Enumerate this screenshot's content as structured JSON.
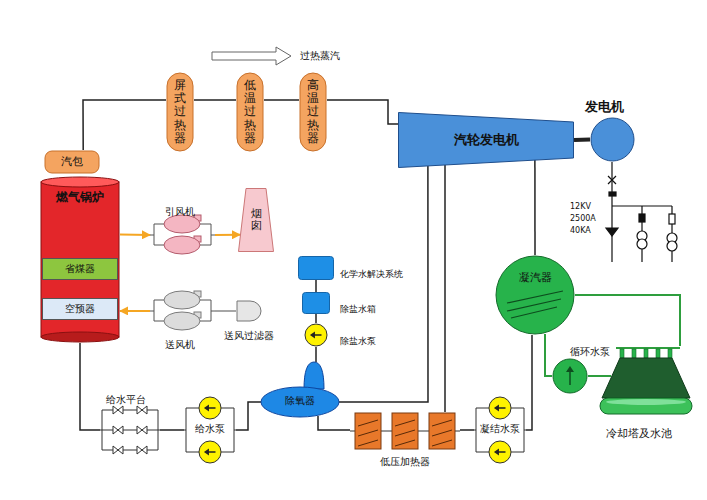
{
  "diagram": {
    "nodes": [
      {
        "text": [
          "屏式过热器"
        ]
      },
      {
        "text": [
          "低温过热器"
        ]
      },
      {
        "text": [
          "高温过热器"
        ]
      },
      {
        "text": [
          "汽包"
        ]
      },
      {
        "text": [
          "燃气锅炉"
        ]
      },
      {
        "text": [
          "省煤器"
        ],
        "in": 4
      },
      {
        "text": [
          "空预器"
        ],
        "in": 4
      },
      {
        "text": [
          "引风机"
        ]
      },
      {
        "text": [
          "烟囱"
        ]
      },
      {
        "text": [
          "送风机"
        ]
      },
      {
        "text": [
          "送风过滤器"
        ]
      },
      {
        "text": [
          "汽轮发电机"
        ]
      },
      {
        "text": [
          "发电机"
        ]
      },
      {
        "text": [
          "化学水解决系统"
        ]
      },
      {
        "text": [
          "除盐水箱"
        ]
      },
      {
        "text": [
          "除盐水泵"
        ]
      },
      {
        "text": [
          "凝汽器"
        ]
      },
      {
        "text": [
          "循环水泵"
        ]
      },
      {
        "text": [
          "冷却塔及水池"
        ]
      },
      {
        "text": [
          "除氧器"
        ]
      },
      {
        "text": [
          "给水平台"
        ]
      },
      {
        "text": [
          "给水泵"
        ]
      },
      {
        "text": [
          "低压加热器"
        ]
      },
      {
        "text": [
          "凝结水泵"
        ]
      }
    ],
    "edges": [
      {
        "from": 3,
        "to": 0,
        "arrow": "none"
      },
      {
        "from": 0,
        "to": 1,
        "arrow": "none"
      },
      {
        "from": 1,
        "to": 2,
        "arrow": "none"
      },
      {
        "from": 2,
        "to": 11,
        "arrow": "none"
      },
      {
        "from": 4,
        "to": 7,
        "arrow": "to"
      },
      {
        "from": 7,
        "to": 8,
        "arrow": "to"
      },
      {
        "from": 9,
        "to": 4,
        "arrow": "to"
      },
      {
        "from": 10,
        "to": 9,
        "arrow": "none"
      },
      {
        "from": 11,
        "to": 12,
        "arrow": "none"
      },
      {
        "from": 11,
        "to": 19,
        "arrow": "none"
      },
      {
        "from": 11,
        "to": 22,
        "arrow": "none"
      },
      {
        "from": 11,
        "to": 16,
        "arrow": "none"
      },
      {
        "from": 16,
        "to": 23,
        "arrow": "none"
      },
      {
        "from": 23,
        "to": 22,
        "arrow": "none"
      },
      {
        "from": 22,
        "to": 19,
        "arrow": "none"
      },
      {
        "from": 19,
        "to": 21,
        "arrow": "none"
      },
      {
        "from": 21,
        "to": 20,
        "arrow": "none"
      },
      {
        "from": 20,
        "to": 4,
        "arrow": "none"
      },
      {
        "from": 13,
        "to": 14,
        "arrow": "none"
      },
      {
        "from": 14,
        "to": 15,
        "arrow": "none"
      },
      {
        "from": 15,
        "to": 19,
        "arrow": "none"
      },
      {
        "from": 16,
        "to": 17,
        "arrow": "none"
      },
      {
        "from": 17,
        "to": 18,
        "arrow": "none"
      },
      {
        "from": 18,
        "to": 16,
        "arrow": "none"
      }
    ],
    "labels": [
      "过热蒸汽",
      "12KV",
      "2500A",
      "40KA"
    ]
  }
}
